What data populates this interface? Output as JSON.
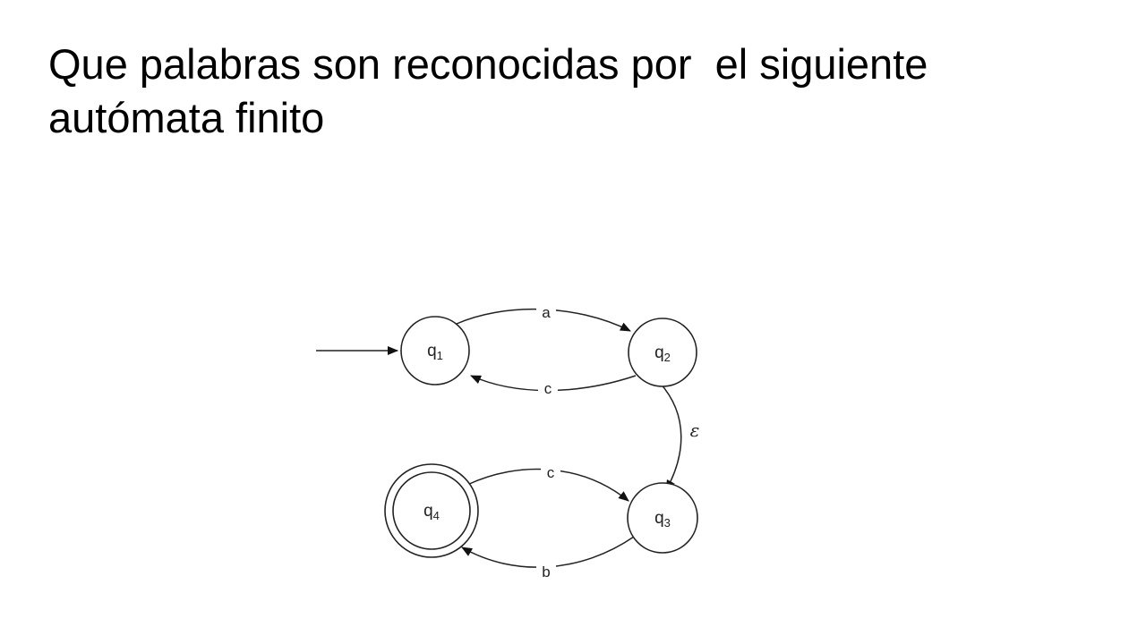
{
  "title": {
    "line1": "Que palabras son reconocidas por  el siguiente",
    "line2": "autómata finito"
  },
  "automaton": {
    "states": [
      {
        "id": "q1",
        "name": "q",
        "sub": "1",
        "initial": true,
        "accepting": false
      },
      {
        "id": "q2",
        "name": "q",
        "sub": "2",
        "initial": false,
        "accepting": false
      },
      {
        "id": "q3",
        "name": "q",
        "sub": "3",
        "initial": false,
        "accepting": false
      },
      {
        "id": "q4",
        "name": "q",
        "sub": "4",
        "initial": false,
        "accepting": true
      }
    ],
    "transitions": [
      {
        "from": "q1",
        "to": "q2",
        "symbol": "a"
      },
      {
        "from": "q2",
        "to": "q1",
        "symbol": "c"
      },
      {
        "from": "q2",
        "to": "q3",
        "symbol": "ε"
      },
      {
        "from": "q4",
        "to": "q3",
        "symbol": "c"
      },
      {
        "from": "q3",
        "to": "q4",
        "symbol": "b"
      }
    ]
  }
}
